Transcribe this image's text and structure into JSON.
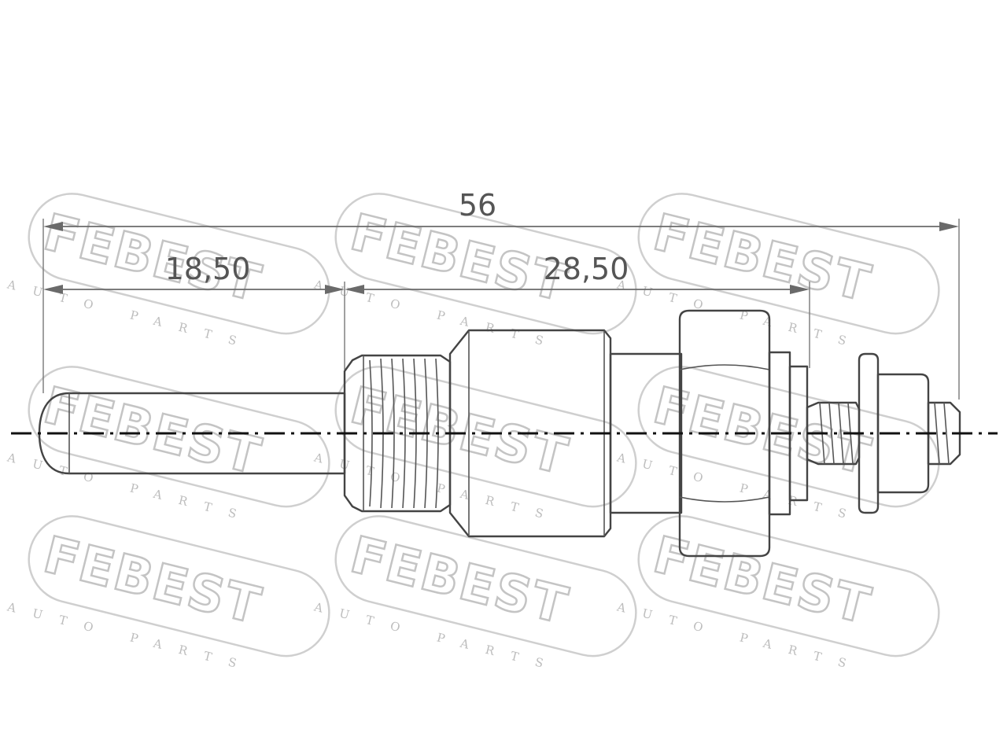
{
  "drawing": {
    "dimensions": {
      "overall_length": "56",
      "tip_length": "18,50",
      "body_length": "28,50"
    },
    "watermark": {
      "brand": "FEBEST",
      "tagline": "AUTO PARTS"
    },
    "colors": {
      "line": "#444444",
      "dimension": "#6a6a6a",
      "watermark": "#c4c4c4",
      "axis": "#111111"
    }
  }
}
